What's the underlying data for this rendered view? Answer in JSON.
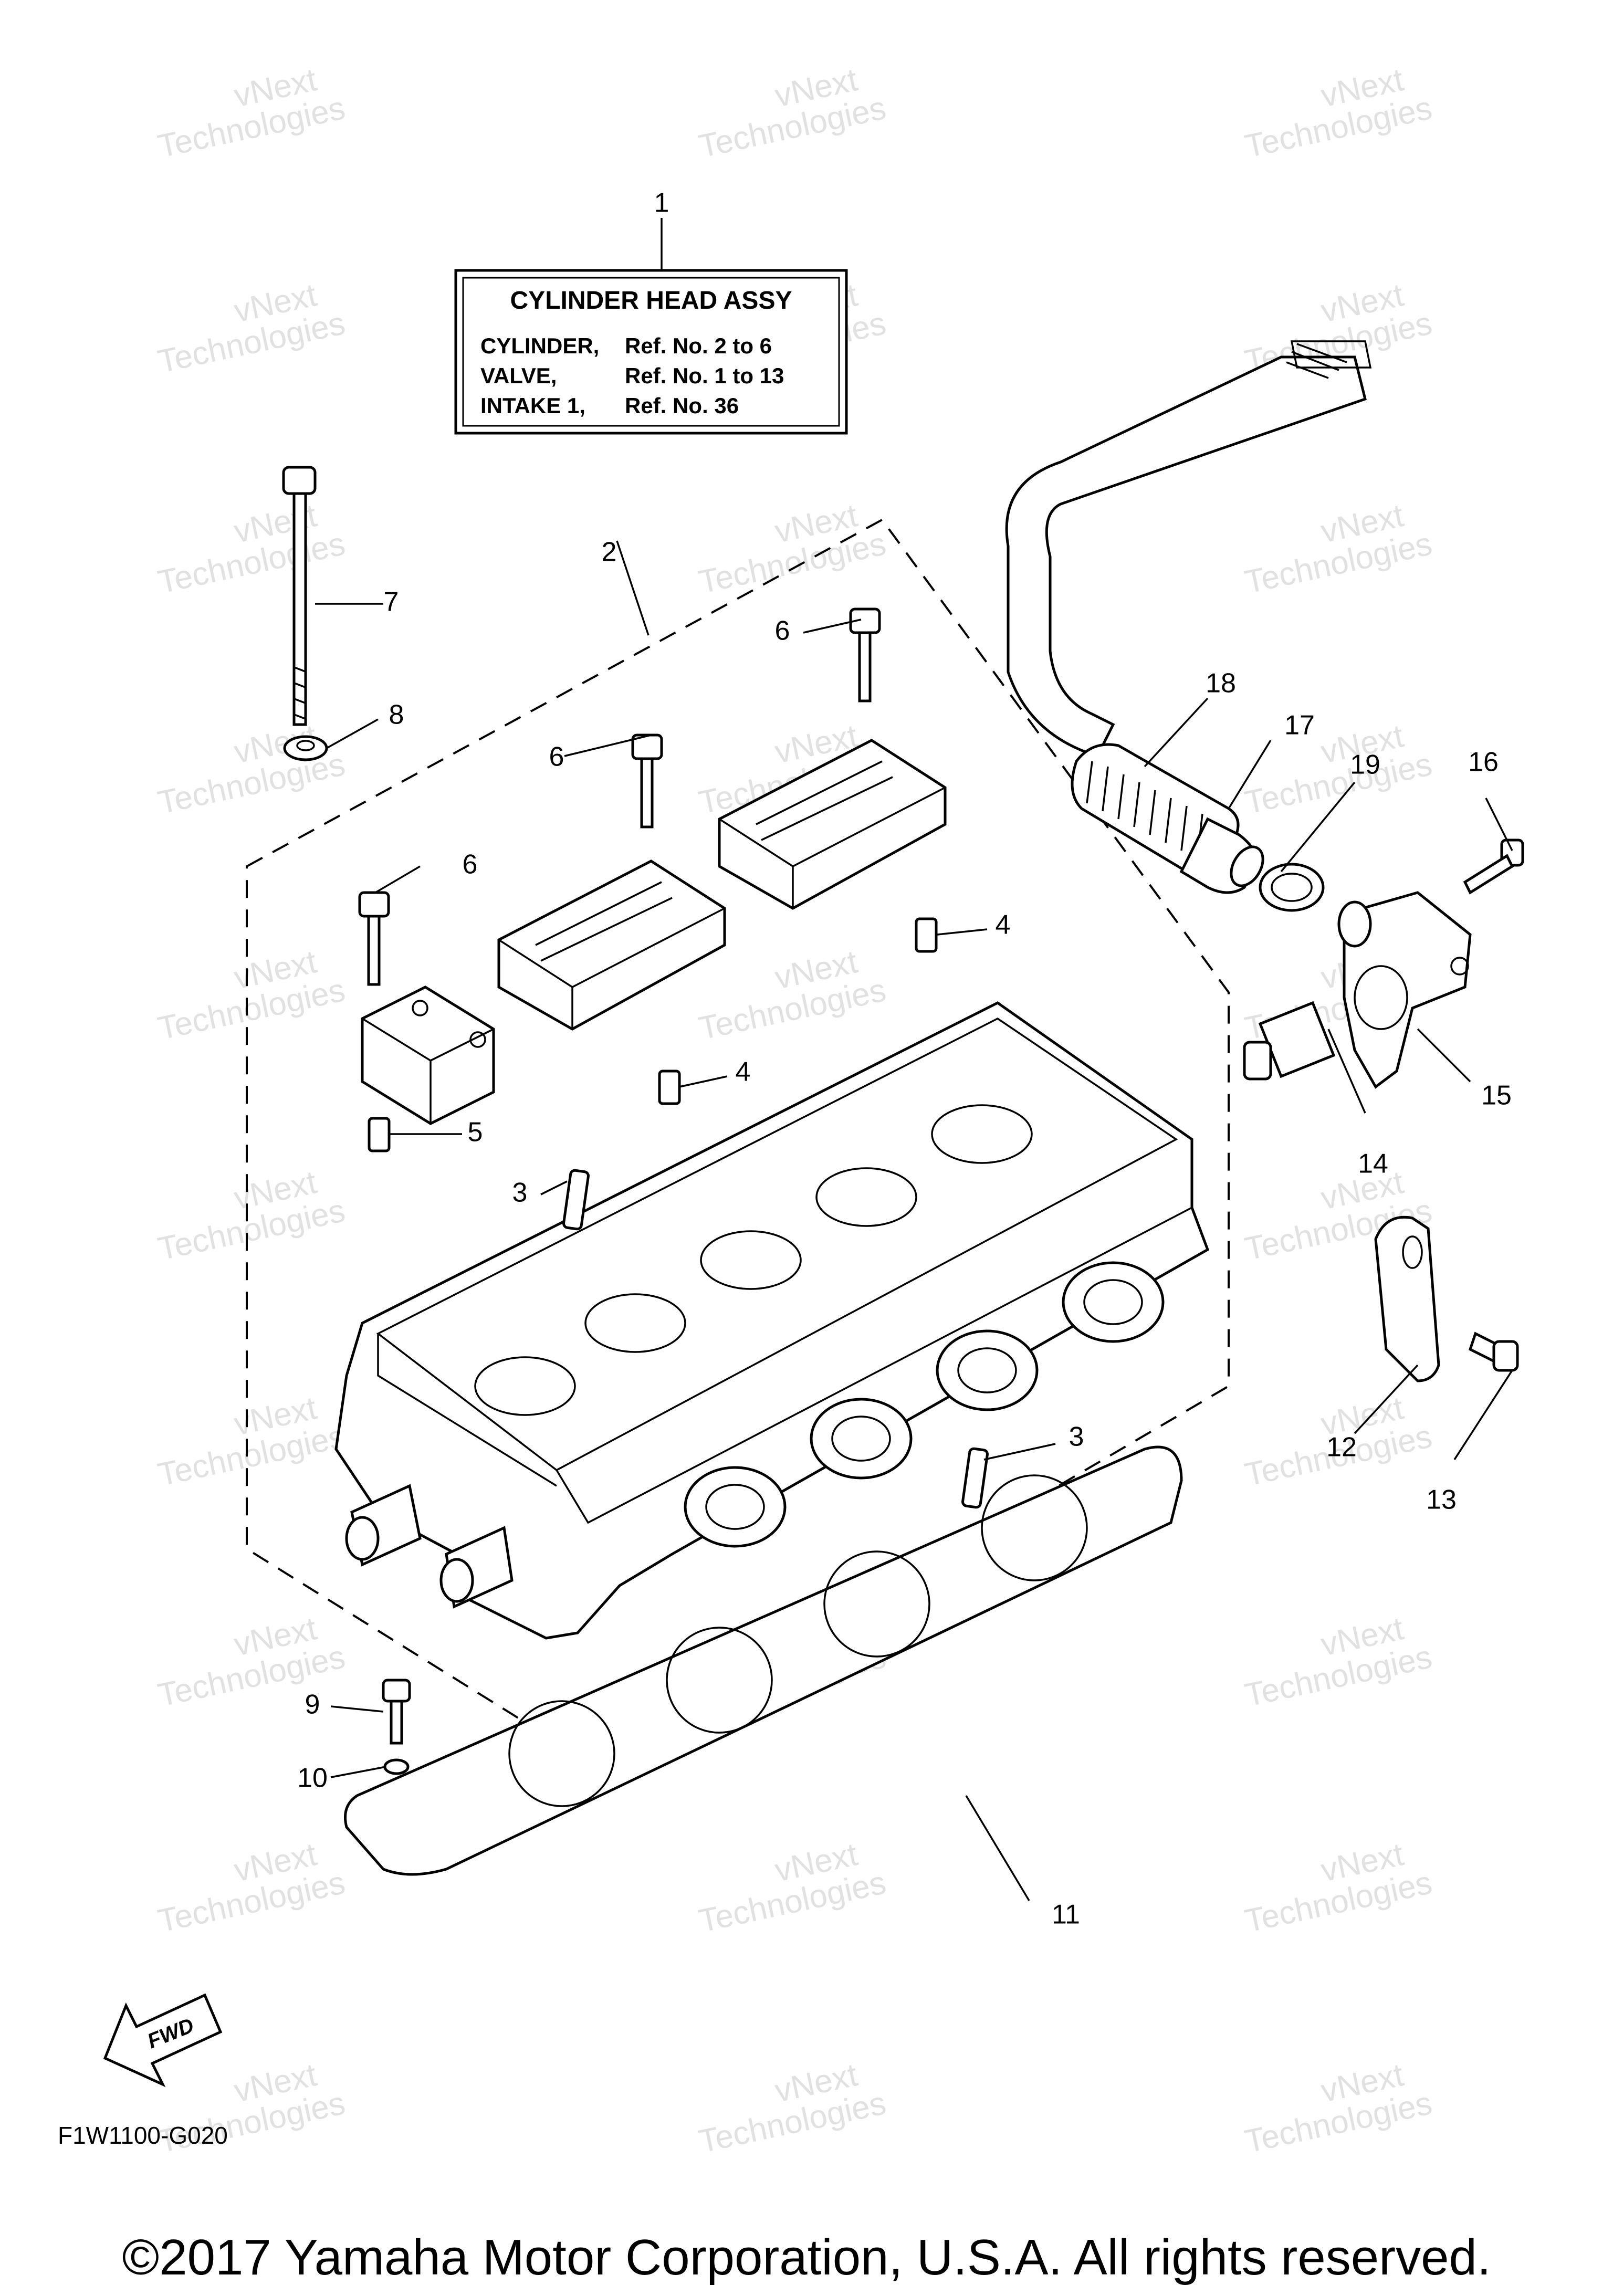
{
  "assy_box": {
    "title": "CYLINDER HEAD ASSY",
    "rows": [
      {
        "label": "CYLINDER,",
        "ref": "Ref. No. 2 to 6"
      },
      {
        "label": "VALVE,",
        "ref": "Ref. No. 1 to 13"
      },
      {
        "label": "INTAKE 1,",
        "ref": "Ref. No. 36"
      }
    ]
  },
  "callouts": [
    "1",
    "2",
    "3",
    "3",
    "4",
    "4",
    "5",
    "6",
    "6",
    "6",
    "7",
    "8",
    "9",
    "10",
    "11",
    "12",
    "13",
    "14",
    "15",
    "16",
    "17",
    "18",
    "19"
  ],
  "fwd_label": "FWD",
  "diagram_code": "F1W1100-G020",
  "copyright": "©2017 Yamaha Motor Corporation, U.S.A. All rights reserved.",
  "watermark": [
    "vNext",
    "Technologies"
  ]
}
